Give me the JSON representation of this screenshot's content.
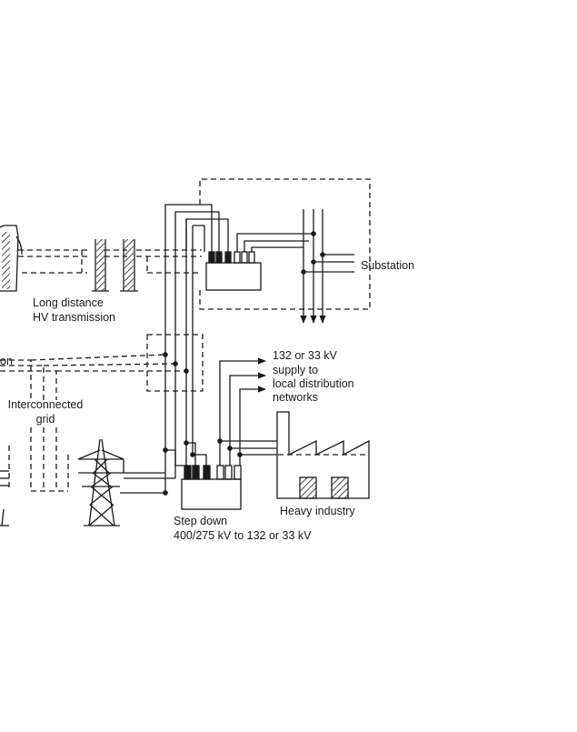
{
  "labels": {
    "long_distance_line1": "Long distance",
    "long_distance_line2": "HV transmission",
    "partial_left": "on",
    "interconnected_line1": "Interconnected",
    "interconnected_line2": "grid",
    "substation": "Substation",
    "supply_line1": "132 or 33 kV",
    "supply_line2": "supply to",
    "supply_line3": "local distribution",
    "supply_line4": "networks",
    "heavy_industry": "Heavy industry",
    "step_down_line1": "Step down",
    "step_down_line2": "400/275 kV to 132 or 33 kV"
  },
  "colors": {
    "ink": "#1a1a1a",
    "background": "#ffffff"
  }
}
